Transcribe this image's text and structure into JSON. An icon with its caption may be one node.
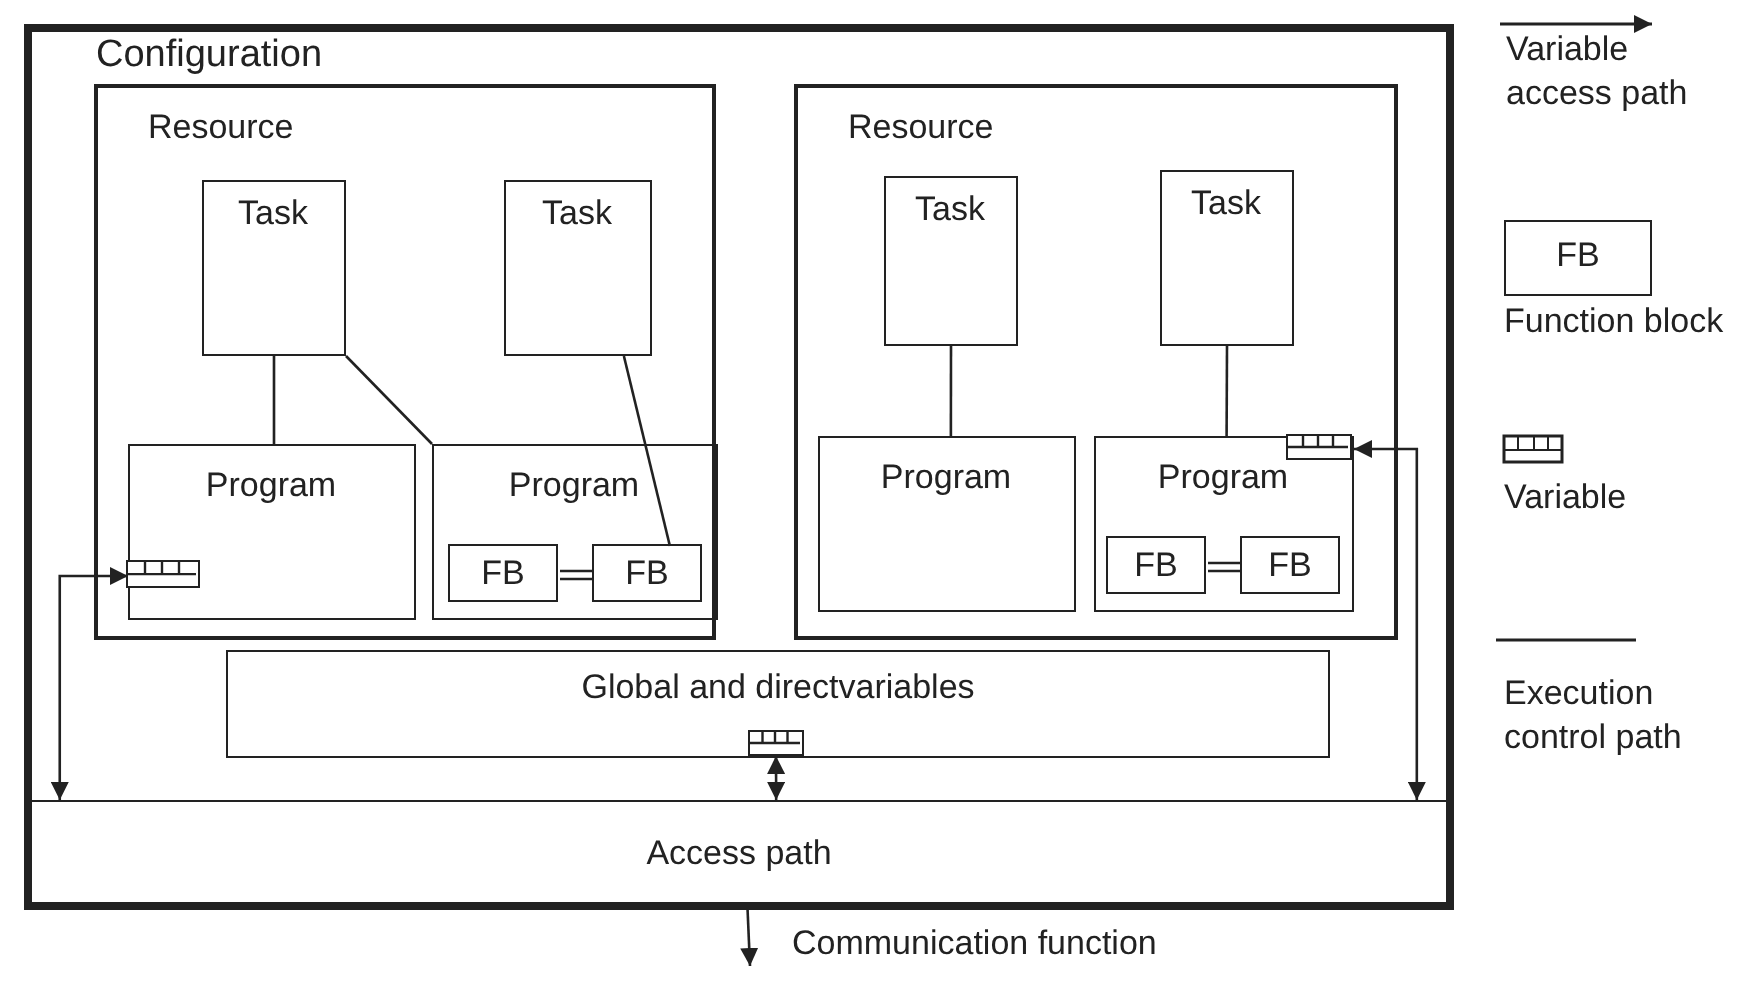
{
  "diagram": {
    "nodes": [
      {
        "text": [
          "Configuration"
        ]
      },
      {
        "text": [
          "Resource"
        ],
        "in": 0
      },
      {
        "text": [
          "Task"
        ],
        "in": 1
      },
      {
        "text": [
          "Task"
        ],
        "in": 1
      },
      {
        "text": [
          "Program"
        ],
        "in": 1
      },
      {
        "text": [
          "Program"
        ],
        "in": 1
      },
      {
        "text": [
          "FB"
        ],
        "in": 5
      },
      {
        "text": [
          "FB"
        ],
        "in": 5
      },
      {
        "text": [],
        "shape": "box",
        "in": 4
      },
      {
        "text": [
          "Resource"
        ],
        "in": 0
      },
      {
        "text": [
          "Task"
        ],
        "in": 9
      },
      {
        "text": [
          "Task"
        ],
        "in": 9
      },
      {
        "text": [
          "Program"
        ],
        "in": 9
      },
      {
        "text": [
          "Program"
        ],
        "in": 9
      },
      {
        "text": [],
        "shape": "box",
        "in": 13
      },
      {
        "text": [
          "FB"
        ],
        "in": 13
      },
      {
        "text": [
          "FB"
        ],
        "in": 13
      },
      {
        "text": [
          "Global and directvariables"
        ],
        "in": 0
      },
      {
        "text": [],
        "shape": "box",
        "in": 17
      },
      {
        "text": [
          "Access path"
        ],
        "in": 0,
        "beside": [
          "Communication function"
        ]
      }
    ],
    "edges": [
      {
        "from": 2,
        "to": 4,
        "arrow": "none"
      },
      {
        "from": 2,
        "to": 5,
        "arrow": "none"
      },
      {
        "from": 3,
        "to": 7,
        "arrow": "none"
      },
      {
        "from": 6,
        "to": 7,
        "arrow": "none"
      },
      {
        "from": 10,
        "to": 12,
        "arrow": "none"
      },
      {
        "from": 11,
        "to": 13,
        "arrow": "none"
      },
      {
        "from": 15,
        "to": 16,
        "arrow": "none"
      },
      {
        "from": 19,
        "to": 8,
        "arrow": "both"
      },
      {
        "from": 19,
        "to": 14,
        "arrow": "both"
      },
      {
        "from": 18,
        "to": 19,
        "arrow": "both"
      },
      {
        "from": 19,
        "to": null,
        "arrow": "to"
      }
    ],
    "labels": [
      "FB"
    ],
    "legend": [
      {
        "text": "Variable access path"
      },
      {
        "text": "Function block"
      },
      {
        "text": "Variable"
      },
      {
        "text": "Execution control path"
      }
    ]
  }
}
